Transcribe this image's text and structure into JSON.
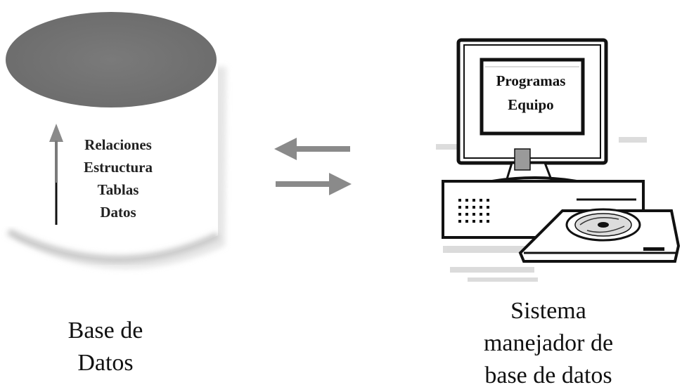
{
  "database": {
    "items": [
      "Relaciones",
      "Estructura",
      "Tablas",
      "Datos"
    ],
    "caption_lines": [
      "Base de",
      "Datos"
    ]
  },
  "dbms": {
    "screen_lines": [
      "Programas",
      "Equipo"
    ],
    "caption_lines": [
      "Sistema",
      "manejador de",
      "base de datos"
    ]
  },
  "icons": {
    "database": "cylinder-database-icon",
    "computer": "desktop-computer-icon",
    "arrows": "bidirectional-arrows-icon"
  },
  "colors": {
    "cylinder_top": "#787878",
    "line": "#111111",
    "arrow": "#8a8a8a"
  }
}
